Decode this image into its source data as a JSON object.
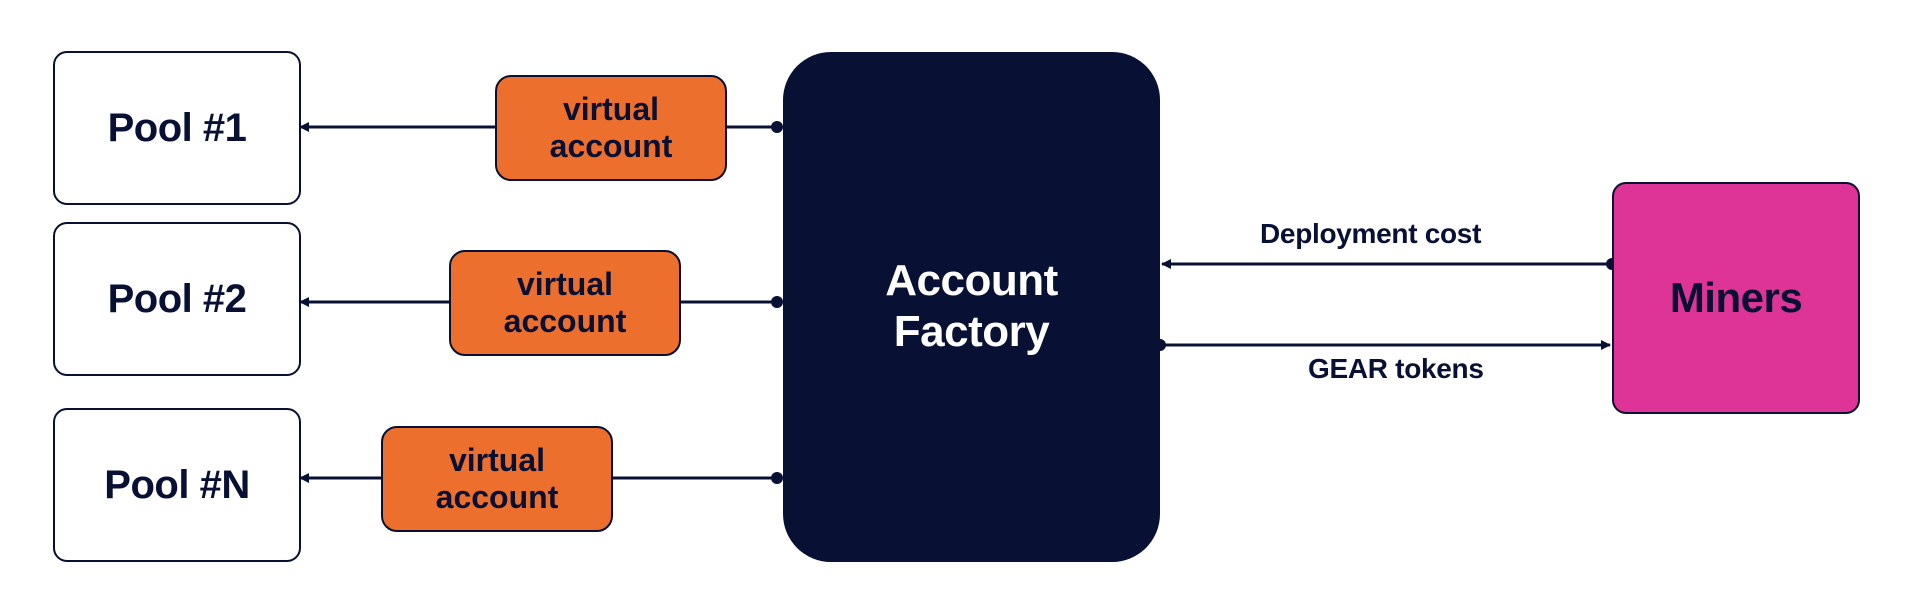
{
  "colors": {
    "navy": "#081033",
    "orange": "#ec6f2d",
    "magenta": "#df3497",
    "white": "#ffffff"
  },
  "pools": [
    {
      "label": "Pool #1"
    },
    {
      "label": "Pool #2"
    },
    {
      "label": "Pool #N"
    }
  ],
  "virtual_accounts": [
    {
      "line1": "virtual",
      "line2": "account"
    },
    {
      "line1": "virtual",
      "line2": "account"
    },
    {
      "line1": "virtual",
      "line2": "account"
    }
  ],
  "factory": {
    "line1": "Account",
    "line2": "Factory"
  },
  "miners": {
    "label": "Miners"
  },
  "flows": {
    "deployment_cost": "Deployment cost",
    "gear_tokens": "GEAR tokens"
  }
}
